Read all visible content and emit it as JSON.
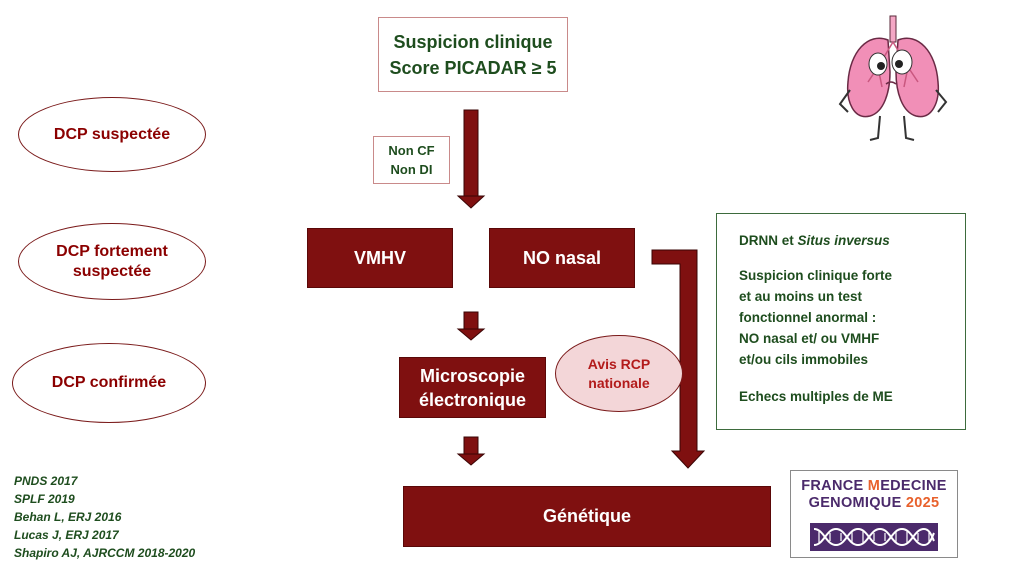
{
  "top_box": {
    "line1": "Suspicion clinique",
    "line2": "Score PICADAR ≥ 5"
  },
  "exclusion_box": {
    "line1": "Non CF",
    "line2": "Non DI"
  },
  "levels": {
    "suspected": "DCP suspectée",
    "strongly_suspected": {
      "line1": "DCP fortement",
      "line2": "suspectée"
    },
    "confirmed": "DCP confirmée"
  },
  "tests": {
    "vmhv": "VMHV",
    "no_nasal": "NO nasal"
  },
  "microscopy": {
    "line1": "Microscopie",
    "line2": "électronique"
  },
  "rcp": {
    "line1": "Avis RCP",
    "line2": "nationale"
  },
  "genetics": "Génétique",
  "criteria": {
    "line1_prefix": "DRNN et ",
    "line1_italic": "Situs inversus",
    "block2": [
      "Suspicion clinique forte",
      "et au moins un test",
      "fonctionnel anormal :",
      "NO nasal et/ ou VMHF",
      "et/ou cils immobiles"
    ],
    "line3": "Echecs multiples de ME"
  },
  "references": [
    "PNDS 2017",
    "SPLF 2019",
    "Behan L, ERJ 2016",
    "Lucas J, ERJ 2017",
    "Shapiro AJ, AJRCCM 2018-2020"
  ],
  "logo": {
    "line1a": "FRANCE ",
    "line1b": "M",
    "line1c": "EDECINE",
    "line2a": "GENOMIQUE ",
    "line2b": "2025"
  },
  "colors": {
    "dark_red": "#7f1010",
    "green_text": "#1e4d1e",
    "rcp_fill": "#f3d6d8",
    "logo_purple": "#4b2a6b"
  }
}
